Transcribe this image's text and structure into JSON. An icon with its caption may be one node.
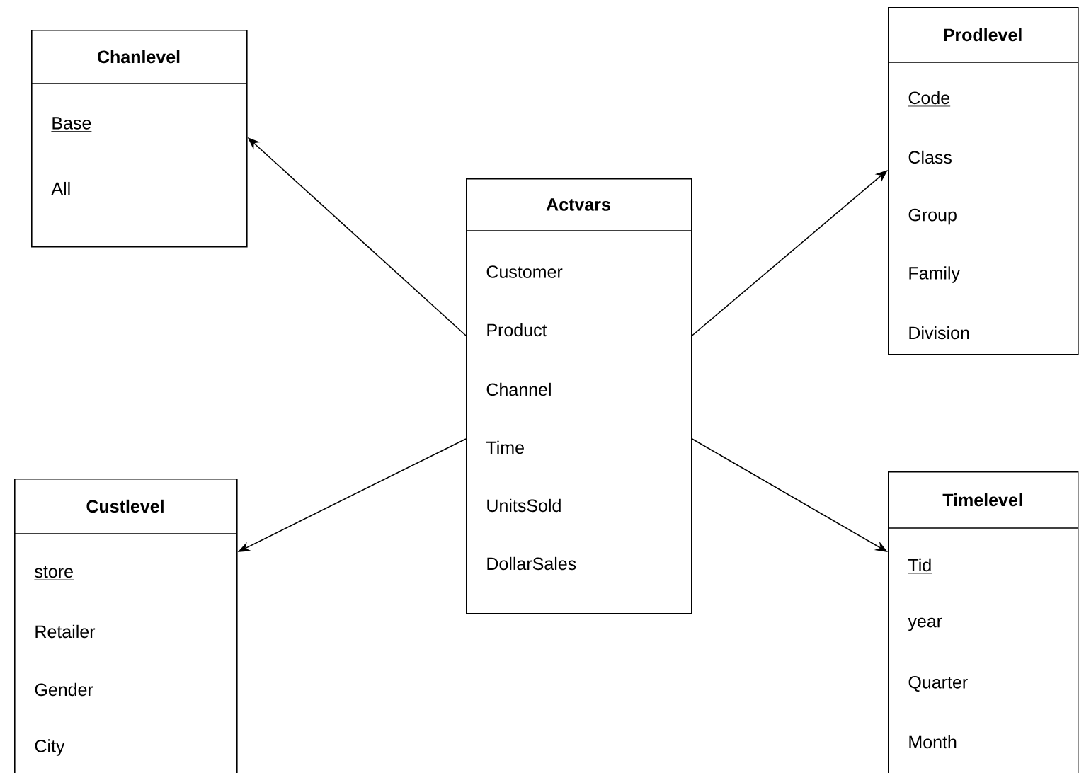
{
  "diagram": {
    "nodes": [
      {
        "text": [
          "Chanlevel",
          "Base",
          "All"
        ]
      },
      {
        "text": [
          "Prodlevel",
          "Code",
          "Class",
          "Group",
          "Family",
          "Division"
        ]
      },
      {
        "text": [
          "Actvars",
          "Customer",
          "Product",
          "Channel",
          "Time",
          "UnitsSold",
          "DollarSales"
        ]
      },
      {
        "text": [
          "Custlevel",
          "store",
          "Retailer",
          "Gender",
          "City"
        ]
      },
      {
        "text": [
          "Timelevel",
          "Tid",
          "year",
          "Quarter",
          "Month"
        ]
      }
    ],
    "edges": [
      {
        "from": 2,
        "to": 0,
        "arrow": "to"
      },
      {
        "from": 2,
        "to": 1,
        "arrow": "to"
      },
      {
        "from": 2,
        "to": 3,
        "arrow": "to"
      },
      {
        "from": 2,
        "to": 4,
        "arrow": "to"
      }
    ]
  }
}
